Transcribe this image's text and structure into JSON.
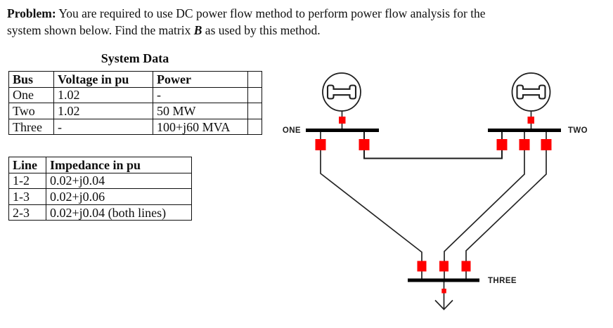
{
  "problem": {
    "label": "Problem:",
    "line1": " You are required to use DC power flow method to perform power flow analysis for the",
    "line2_pre": "system shown below. Find the matrix ",
    "matrix_symbol": "B",
    "line2_post": " as used by this method."
  },
  "system_data": {
    "title": "System Data",
    "headers": [
      "Bus",
      "Voltage in  pu",
      "Power",
      ""
    ],
    "rows": [
      [
        "One",
        "1.02",
        "-",
        ""
      ],
      [
        "Two",
        "1.02",
        "50 MW",
        ""
      ],
      [
        "Three",
        "-",
        "100+j60 MVA",
        ""
      ]
    ]
  },
  "line_data": {
    "headers": [
      "Line",
      "Impedance in pu"
    ],
    "rows": [
      [
        "1-2",
        "0.02+j0.04"
      ],
      [
        "1-3",
        "0.02+j0.06"
      ],
      [
        "2-3",
        "0.02+j0.04 (both lines)"
      ]
    ]
  },
  "diagram": {
    "labels": {
      "bus_one": "ONE",
      "bus_two": "TWO",
      "bus_three": "THREE"
    },
    "colors": {
      "breaker": "#ff0000",
      "wire": "#242424",
      "bus": "#000000"
    }
  }
}
